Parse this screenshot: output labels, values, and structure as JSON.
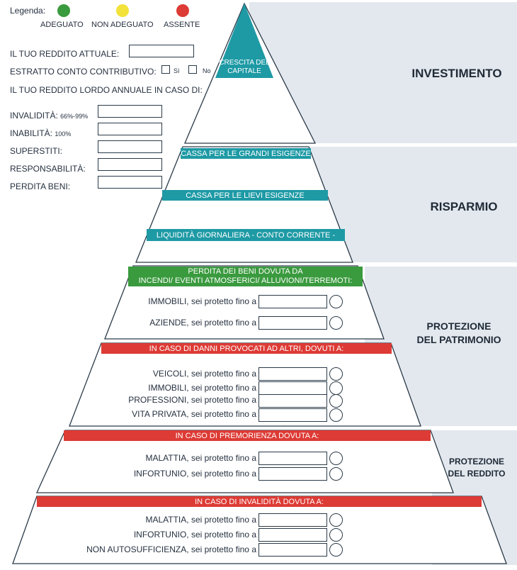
{
  "legend": {
    "title": "Legenda:",
    "items": [
      {
        "label": "ADEGUATO",
        "color": "#3a9a3e"
      },
      {
        "label": "NON ADEGUATO",
        "color": "#f2e23a"
      },
      {
        "label": "ASSENTE",
        "color": "#dd3b35"
      }
    ]
  },
  "form": {
    "income_label": "IL TUO REDDITO  ATTUALE:",
    "statement_label": "ESTRATTO CONTO CONTRIBUTIVO:",
    "yes_label": "Sì",
    "no_label": "No",
    "gross_income_label": "IL TUO REDDITO LORDO ANNUALE IN CASO DI:",
    "cases": [
      {
        "label": "INVALIDITÀ:",
        "note": "66%-99%"
      },
      {
        "label": "INABILITÀ:",
        "note": "100%"
      },
      {
        "label": "SUPERSTITI:",
        "note": ""
      },
      {
        "label": "RESPONSABILITÀ:",
        "note": ""
      },
      {
        "label": "PERDITA BENI:",
        "note": ""
      }
    ]
  },
  "pyramid": {
    "top_line1": "CRESCITA DEL",
    "top_line2": "CAPITALE",
    "savings_bands": [
      "CASSA PER LE GRANDI ESIGENZE",
      "CASSA PER LE LIEVI ESIGENZE",
      "LIQUIDITÀ GIORNALIERA - CONTO CORRENTE -"
    ],
    "assets_header_line1": "PERDITA DEI BENI DOVUTA DA",
    "assets_header_line2": "INCENDI/ EVENTI ATMOSFERICI/ ALLUVIONI/TERREMOTI:",
    "assets_rows": [
      "IMMOBILI, sei protetto fino a",
      "AZIENDE, sei protetto fino a"
    ],
    "liability_header": "IN CASO DI DANNI PROVOCATI AD ALTRI, DOVUTI A:",
    "liability_rows": [
      "VEICOLI, sei protetto fino a",
      "IMMOBILI, sei protetto fino a",
      "PROFESSIONI, sei protetto fino a",
      "VITA PRIVATA, sei protetto fino a"
    ],
    "death_header": "IN CASO DI PREMORIENZA DOVUTA A:",
    "death_rows": [
      "MALATTIA, sei protetto fino a",
      "INFORTUNIO, sei protetto fino a"
    ],
    "disability_header": "IN CASO DI INVALIDITÀ DOVUTA A:",
    "disability_rows": [
      "MALATTIA, sei protetto fino a",
      "INFORTUNIO, sei protetto fino a",
      "NON AUTOSUFFICIENZA, sei protetto fino a"
    ]
  },
  "sections": {
    "investment": "INVESTIMENTO",
    "savings": "RISPARMIO",
    "assets_line1": "PROTEZIONE",
    "assets_line2": "DEL PATRIMONIO",
    "income_line1": "PROTEZIONE",
    "income_line2": "DEL REDDITO"
  },
  "colors": {
    "teal": "#1e9aa5",
    "green": "#3a9a3e",
    "red": "#dd3b35",
    "panel": "#e3e8ee",
    "outline": "#2a3a48"
  }
}
